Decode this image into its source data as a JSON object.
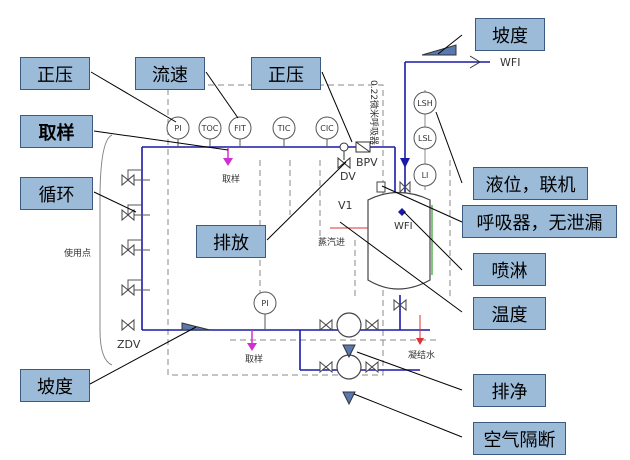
{
  "callouts": {
    "slope_top": "坡度",
    "pressure_left": "正压",
    "flow_speed": "流速",
    "pressure_mid": "正压",
    "sampling": "取样",
    "circulation": "循环",
    "discharge": "排放",
    "level_interlock": "液位，联机",
    "breather": "呼吸器，无泄漏",
    "spray": "喷淋",
    "temperature": "温度",
    "slope_bottom": "坡度",
    "drain_clean": "排净",
    "air_break": "空气隔断"
  },
  "labels": {
    "wfi_inlet": "WFI",
    "wfi_tank": "WFI",
    "pi_top": "PI",
    "toc": "TOC",
    "fit": "FIT",
    "tic": "TIC",
    "cic": "CIC",
    "bpv": "BPV",
    "dv": "DV",
    "v1": "V1",
    "lsh": "LSH",
    "lsl": "LSL",
    "li": "LI",
    "pi_bottom": "PI",
    "zdv": "ZDV",
    "sample_top": "取样",
    "sample_bottom": "取样",
    "use_points": "使用点",
    "steam_in": "蒸汽进",
    "condensate": "凝结水",
    "filter_vertical": "0.22微米呼吸器"
  },
  "colors": {
    "callout_fill": "#9bbbd9",
    "callout_border": "#3d5a80",
    "pipe_blue": "#1a1aa8",
    "sample_arrow": "#d030d0",
    "steam_green": "#3aa83a",
    "wedge_blue": "#5a78b0"
  }
}
